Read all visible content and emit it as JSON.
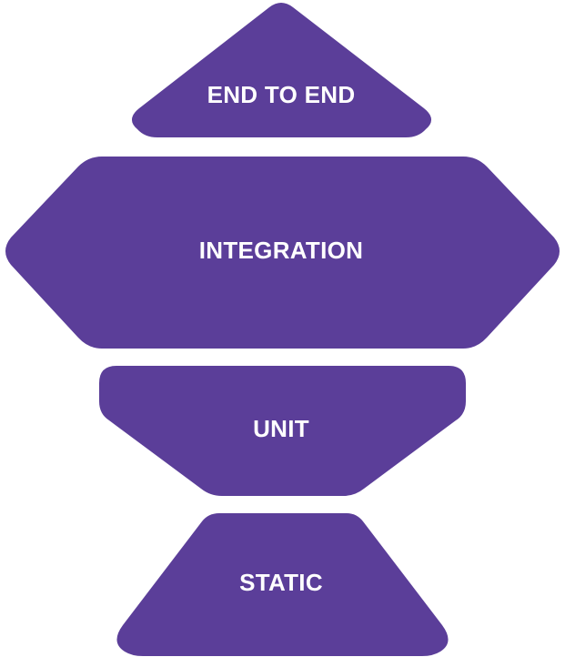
{
  "diagram": {
    "layers": [
      {
        "label": "END TO END"
      },
      {
        "label": "INTEGRATION"
      },
      {
        "label": "UNIT"
      },
      {
        "label": "STATIC"
      }
    ],
    "colors": {
      "shape_fill": "#5b3e99",
      "label_text": "#ffffff",
      "background": "#ffffff"
    }
  }
}
